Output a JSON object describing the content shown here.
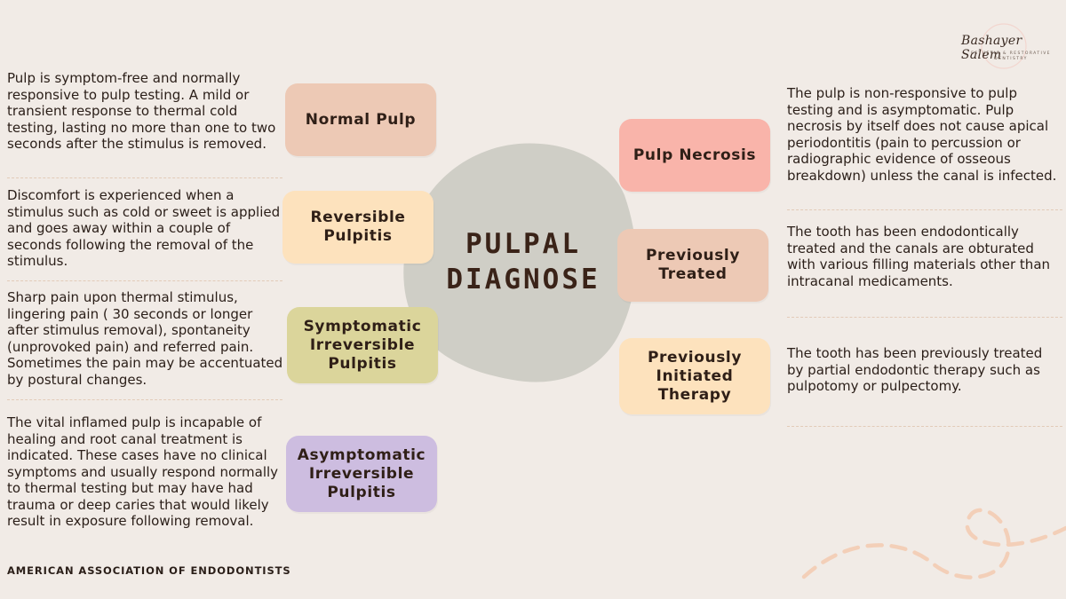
{
  "center": {
    "title": "PULPAL\nDIAGNOSE"
  },
  "logo": {
    "name": "Bashayer Salem",
    "subtitle": "ESTHETIC & RESTORATIVE DENTISTRY"
  },
  "left_items": [
    {
      "label": "Normal Pulp",
      "color": "#edc9b5",
      "description": "Pulp is symptom-free and normally responsive to pulp testing. A mild or transient response to thermal cold testing, lasting no more than one to two seconds after the stimulus is removed."
    },
    {
      "label": "Reversible Pulpitis",
      "color": "#fde2bd",
      "description": "Discomfort is experienced when a stimulus such as cold or sweet is applied and goes away within a couple of seconds following the removal of the stimulus."
    },
    {
      "label": "Symptomatic Irreversible Pulpitis",
      "color": "#dbd59b",
      "description": "Sharp pain upon thermal stimulus, lingering pain ( 30 seconds or longer after stimulus removal), spontaneity (unprovoked pain) and referred pain. Sometimes the pain may be accentuated by postural changes."
    },
    {
      "label": "Asymptomatic Irreversible Pulpitis",
      "color": "#cdbde0",
      "description": "The vital inflamed pulp is incapable of healing and root canal treatment is indicated. These cases have no clinical symptoms and usually respond normally to thermal testing but may have had trauma or deep caries that would likely result in exposure following removal."
    }
  ],
  "right_items": [
    {
      "label": "Pulp Necrosis",
      "color": "#f9b4aa",
      "description": "The pulp is non-responsive to pulp testing and is asymptomatic. Pulp necrosis by itself does not cause apical periodontitis (pain to percussion or radiographic evidence of osseous breakdown) unless the canal is infected."
    },
    {
      "label": "Previously Treated",
      "color": "#edc9b5",
      "description": "The tooth has been endodontically treated and the canals are obturated with various filling materials other than intracanal medicaments."
    },
    {
      "label": "Previously Initiated Therapy",
      "color": "#fde2bd",
      "description": "The tooth has been previously treated by partial endodontic therapy such as pulpotomy or pulpectomy."
    }
  ],
  "footer": {
    "source": "AMERICAN ASSOCIATION OF ENDODONTISTS"
  },
  "colors": {
    "background": "#f1ebe6",
    "center_blob": "#cfcec6",
    "separator": "#e2cbb8",
    "decoration": "#f3cfb8"
  }
}
